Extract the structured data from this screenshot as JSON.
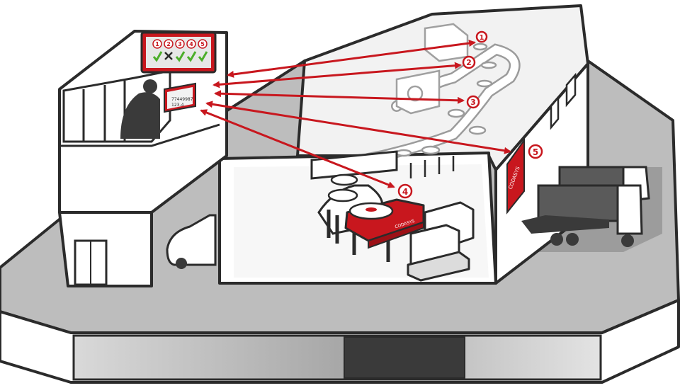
{
  "colors": {
    "accent_red": "#c8171e",
    "dark_red": "#9c1016",
    "outline": "#2b2b2b",
    "ground": "#bdbdbd",
    "wall": "#ffffff",
    "roof": "#f2f2f2",
    "floor_inner": "#9a9a9a",
    "check_green": "#4cae2a",
    "display_bg": "#e7e7e7"
  },
  "monitor": {
    "indicators": [
      "1",
      "2",
      "3",
      "4",
      "5"
    ],
    "statuses": [
      "check",
      "cross",
      "check",
      "check",
      "check"
    ]
  },
  "operator_screen": {
    "line1": "77449987",
    "line2": "123-4"
  },
  "callouts": [
    {
      "id": "1",
      "label": "1"
    },
    {
      "id": "2",
      "label": "2"
    },
    {
      "id": "3",
      "label": "3"
    },
    {
      "id": "4",
      "label": "4"
    },
    {
      "id": "5",
      "label": "5"
    }
  ],
  "brand_label": "CODASYS",
  "icons": [
    "checkmark-icon",
    "cross-icon",
    "arrow-icon",
    "truck-icon",
    "car-icon",
    "door-icon"
  ]
}
